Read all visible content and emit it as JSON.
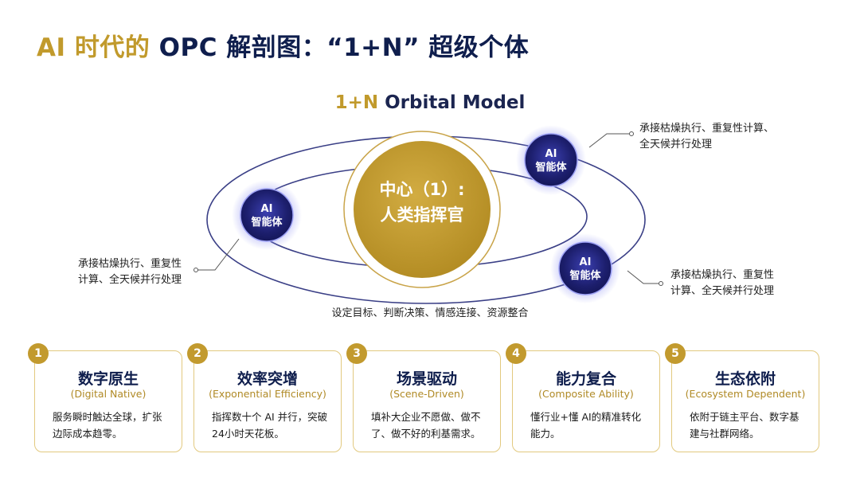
{
  "title": {
    "part1": "AI 时代的",
    "part2": "OPC 解剖图：“1+N” 超级个体"
  },
  "model": {
    "prefix": "1+N",
    "name": "Orbital Model"
  },
  "center": {
    "line1": "中心（1）:",
    "line2": "人类指挥官",
    "note": "设定目标、判断决策、情感连接、资源整合"
  },
  "agents": [
    {
      "line1": "AI",
      "line2": "智能体",
      "note_line1": "承接枯燥执行、重复性",
      "note_line2": "计算、全天候并行处理"
    },
    {
      "line1": "AI",
      "line2": "智能体",
      "note_line1": "承接枯燥执行、重复性计算、",
      "note_line2": "全天候并行处理"
    },
    {
      "line1": "AI",
      "line2": "智能体",
      "note_line1": "承接枯燥执行、重复性",
      "note_line2": "计算、全天候并行处理"
    }
  ],
  "cards": [
    {
      "num": "1",
      "title": "数字原生",
      "subtitle": "(Digital Native)",
      "desc": "服务瞬时触达全球，扩张边际成本趋零。"
    },
    {
      "num": "2",
      "title": "效率突增",
      "subtitle": "(Exponential Efficiency)",
      "desc": "指挥数十个 AI 并行，突破24小时天花板。"
    },
    {
      "num": "3",
      "title": "场景驱动",
      "subtitle": "(Scene-Driven)",
      "desc": "填补大企业不愿做、做不了、做不好的利基需求。"
    },
    {
      "num": "4",
      "title": "能力复合",
      "subtitle": "(Composite Ability)",
      "desc": "懂行业+懂 AI的精准转化能力。"
    },
    {
      "num": "5",
      "title": "生态依附",
      "subtitle": "(Ecosystem Dependent)",
      "desc": "依附于链主平台、数字基建与社群网络。"
    }
  ],
  "colors": {
    "gold": "#c19a2c",
    "navy": "#0f1e4d",
    "orbit": "#3a3f86",
    "agent_glow": "#6f74e8"
  }
}
